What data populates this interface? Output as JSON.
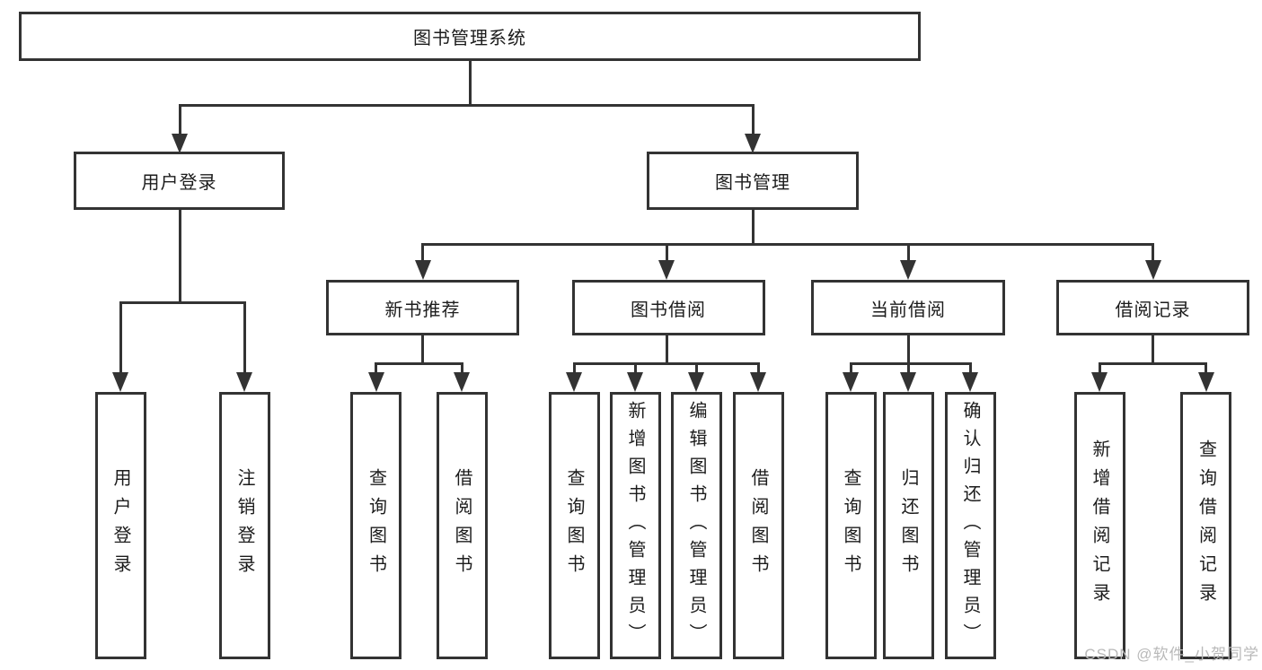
{
  "diagram": {
    "root": {
      "label": "图书管理系统"
    },
    "user_login": {
      "label": "用户登录",
      "children": [
        {
          "label": "用户登录"
        },
        {
          "label": "注销登录"
        }
      ]
    },
    "book_management": {
      "label": "图书管理",
      "modules": [
        {
          "label": "新书推荐",
          "children": [
            {
              "label": "查询图书"
            },
            {
              "label": "借阅图书"
            }
          ]
        },
        {
          "label": "图书借阅",
          "children": [
            {
              "label": "查询图书"
            },
            {
              "label": "新增图书（管理员）"
            },
            {
              "label": "编辑图书（管理员）"
            },
            {
              "label": "借阅图书"
            }
          ]
        },
        {
          "label": "当前借阅",
          "children": [
            {
              "label": "查询图书"
            },
            {
              "label": "归还图书"
            },
            {
              "label": "确认归还（管理员）"
            }
          ]
        },
        {
          "label": "借阅记录",
          "children": [
            {
              "label": "新增借阅记录"
            },
            {
              "label": "查询借阅记录"
            }
          ]
        }
      ]
    }
  },
  "watermark": {
    "text": "CSDN @软件_小贺同学"
  },
  "colors": {
    "line": "#333333",
    "text": "#1c1c1c",
    "watermark": "#b9b9b9",
    "background": "#ffffff"
  }
}
